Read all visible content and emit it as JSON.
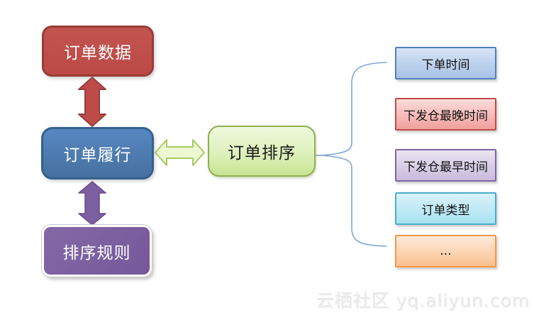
{
  "diagram": {
    "background": "#ffffff",
    "nodes": {
      "order_data": {
        "label": "订单数据",
        "fill": "#BE4B48",
        "border": "#9A3C39",
        "text_color": "#ffffff"
      },
      "order_fulfillment": {
        "label": "订单履行",
        "fill": "#4D80BC",
        "border": "#34618E",
        "text_color": "#ffffff"
      },
      "sorting_rules": {
        "label": "排序规则",
        "fill": "#7C5FA0",
        "border": "#ffffff",
        "text_color": "#ffffff"
      },
      "order_sorting": {
        "label": "订单排序",
        "fill_top": "#EFF8DC",
        "fill_bottom": "#C9E492",
        "border": "#8FAF52",
        "text_color": "#1a1a1a"
      }
    },
    "factors": [
      {
        "label": "下单时间",
        "fill_top": "#D6E4F7",
        "fill_bottom": "#A8C2E5",
        "border": "#4F81BD"
      },
      {
        "label": "下发仓最晚时间",
        "fill_top": "#FCDCDA",
        "fill_bottom": "#F0A09D",
        "border": "#BF4B48"
      },
      {
        "label": "下发仓最早时间",
        "fill_top": "#EAE5F1",
        "fill_bottom": "#C9BBDC",
        "border": "#8064A2"
      },
      {
        "label": "订单类型",
        "fill_top": "#D9F1F9",
        "fill_bottom": "#A8E2F0",
        "border": "#4BACC6"
      },
      {
        "label": "...",
        "fill_top": "#FDEBDB",
        "fill_bottom": "#FAC08E",
        "border": "#F79646"
      }
    ],
    "edges": [
      {
        "from": "order_data",
        "to": "order_fulfillment",
        "type": "double-arrow-vertical",
        "fill": "#BE4B48",
        "stroke": "#93403D"
      },
      {
        "from": "order_fulfillment",
        "to": "sorting_rules",
        "type": "double-arrow-vertical",
        "fill": "#7C5FA0",
        "stroke": "#684C8E"
      },
      {
        "from": "order_fulfillment",
        "to": "order_sorting",
        "type": "double-arrow-horizontal",
        "fill": "#EDF7D2",
        "stroke": "#A9C961"
      },
      {
        "from": "order_sorting",
        "to": "factors",
        "type": "brace",
        "stroke": "#7FA7D0"
      }
    ]
  },
  "watermark": {
    "text": "云栖社区 yq.aliyun.com",
    "color": "#ebebeb"
  }
}
